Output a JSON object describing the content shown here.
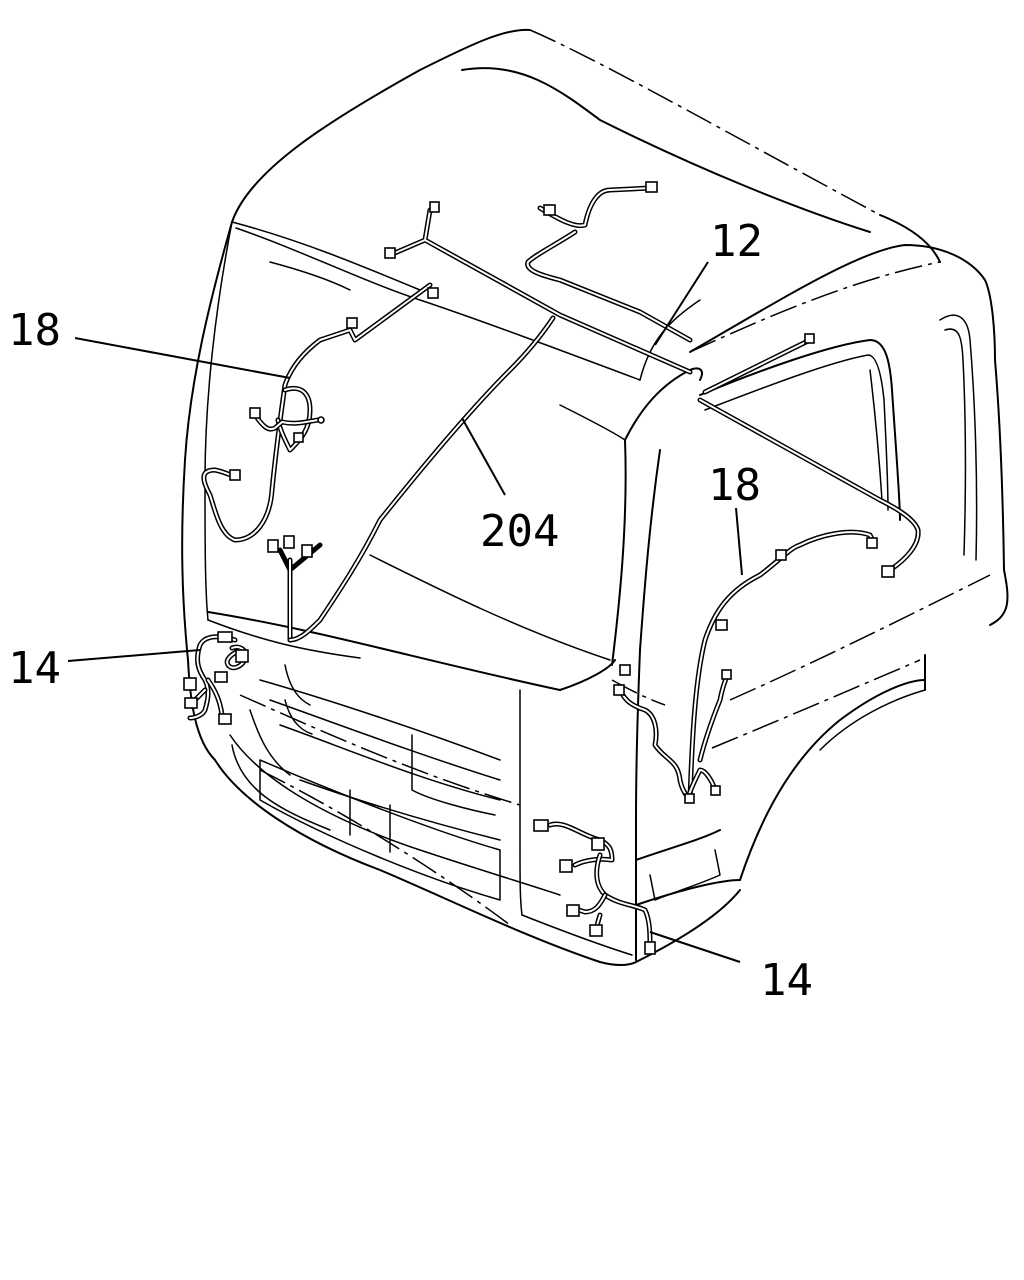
{
  "callouts": [
    {
      "id": "c12",
      "label": "12"
    },
    {
      "id": "c18a",
      "label": "18"
    },
    {
      "id": "c204",
      "label": "204"
    },
    {
      "id": "c18b",
      "label": "18"
    },
    {
      "id": "c14a",
      "label": "14"
    },
    {
      "id": "c14b",
      "label": "14"
    }
  ]
}
